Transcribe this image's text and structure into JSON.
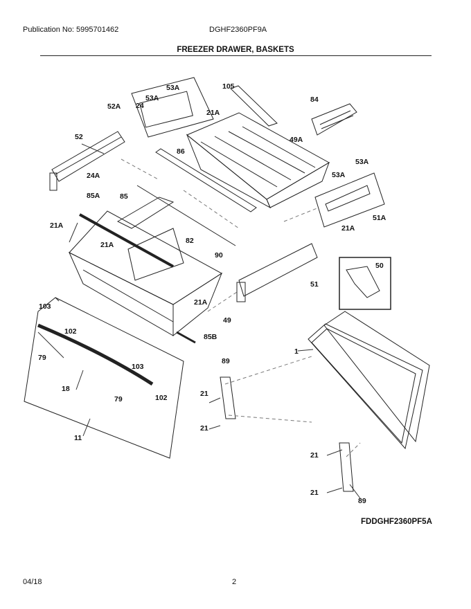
{
  "header": {
    "publication": "Publication No: 5995701462",
    "model": "DGHF2360PF9A",
    "title": "FREEZER DRAWER, BASKETS"
  },
  "footer": {
    "diagram_code": "FDDGHF2360PF5A",
    "date": "04/18",
    "page": "2"
  },
  "callouts": {
    "c53A_top": "53A",
    "c105": "105",
    "c53A_inner": "53A",
    "c24": "24",
    "c52A": "52A",
    "c21A_top": "21A",
    "c84": "84",
    "c52": "52",
    "c49A": "49A",
    "c86": "86",
    "c24A": "24A",
    "c53A_right": "53A",
    "c53A_right2": "53A",
    "c85A": "85A",
    "c85": "85",
    "c21A_left": "21A",
    "c51A": "51A",
    "c21A_inner": "21A",
    "c82": "82",
    "c21A_right": "21A",
    "c90": "90",
    "c50": "50",
    "c51": "51",
    "c103_top": "103",
    "c21A_basket": "21A",
    "c49": "49",
    "c102_top": "102",
    "c85B": "85B",
    "c79_left": "79",
    "c1": "1",
    "c89_top": "89",
    "c103_bottom": "103",
    "c18": "18",
    "c79_bottom": "79",
    "c102_bottom": "102",
    "c21_a": "21",
    "c21_b": "21",
    "c11": "11",
    "c21_c": "21",
    "c21_d": "21",
    "c89_bottom": "89"
  }
}
